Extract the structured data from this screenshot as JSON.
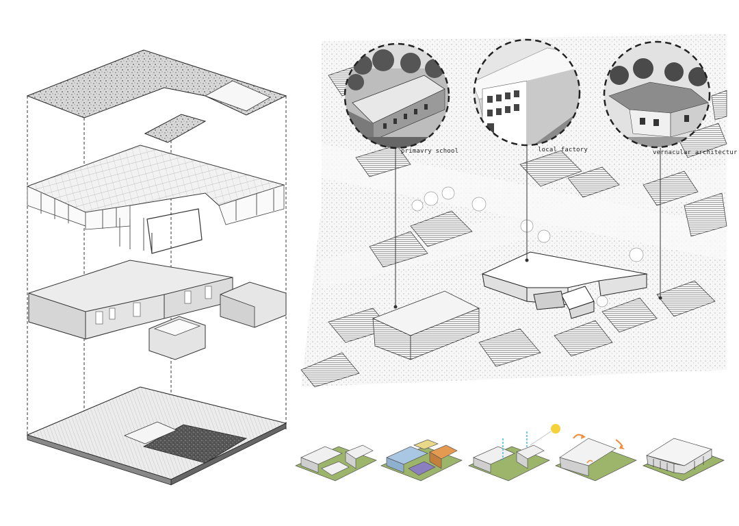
{
  "captions": {
    "school": "primavry school",
    "factory": "local factory",
    "vernacular": "vernacular architectur"
  },
  "colors": {
    "ground_green": "#9db56a",
    "roof_blue": "#a9c6e2",
    "roof_yellow": "#e8d98a",
    "roof_orange": "#e59a52",
    "roof_purple": "#8c7fc0",
    "sun_yellow": "#f5d23b",
    "wind_orange": "#ef8d3c",
    "arrow_cyan": "#3fc1d8"
  }
}
